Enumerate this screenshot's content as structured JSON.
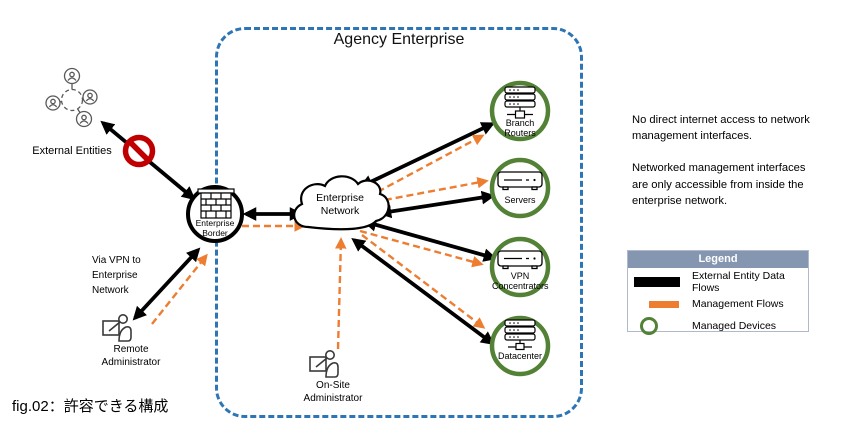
{
  "figure": {
    "title": "Agency Enterprise",
    "caption": "fig.02：許容できる構成"
  },
  "nodes": {
    "external_entities": {
      "label": "External Entities"
    },
    "enterprise_border": {
      "label": "Enterprise Border"
    },
    "enterprise_network": {
      "label": "Enterprise Network"
    },
    "remote_administrator": {
      "label": "Remote Administrator"
    },
    "onsite_administrator": {
      "label": "On-Site Administrator"
    },
    "branch_routers": {
      "label": "Branch Routers"
    },
    "servers": {
      "label": "Servers"
    },
    "vpn_concentrators": {
      "label": "VPN Concentrators"
    },
    "datacenter": {
      "label": "Datacenter"
    }
  },
  "annotations": {
    "via_vpn": "Via VPN to Enterprise Network",
    "note1": "No direct internet access to network management interfaces.",
    "note2": "Networked management interfaces are only accessible from inside the enterprise network."
  },
  "legend": {
    "title": "Legend",
    "items": [
      {
        "swatch": "black-line",
        "label": "External Entity Data Flows"
      },
      {
        "swatch": "orange-line",
        "label": "Management Flows"
      },
      {
        "swatch": "green-ring",
        "label": "Managed Devices"
      }
    ]
  },
  "colors": {
    "external_flow": "#000000",
    "management_flow": "#ED7D31",
    "enterprise_boundary": "#2E75B6",
    "managed_device": "#538135",
    "prohibition": "#C00000",
    "legend_header": "#8496B0"
  }
}
